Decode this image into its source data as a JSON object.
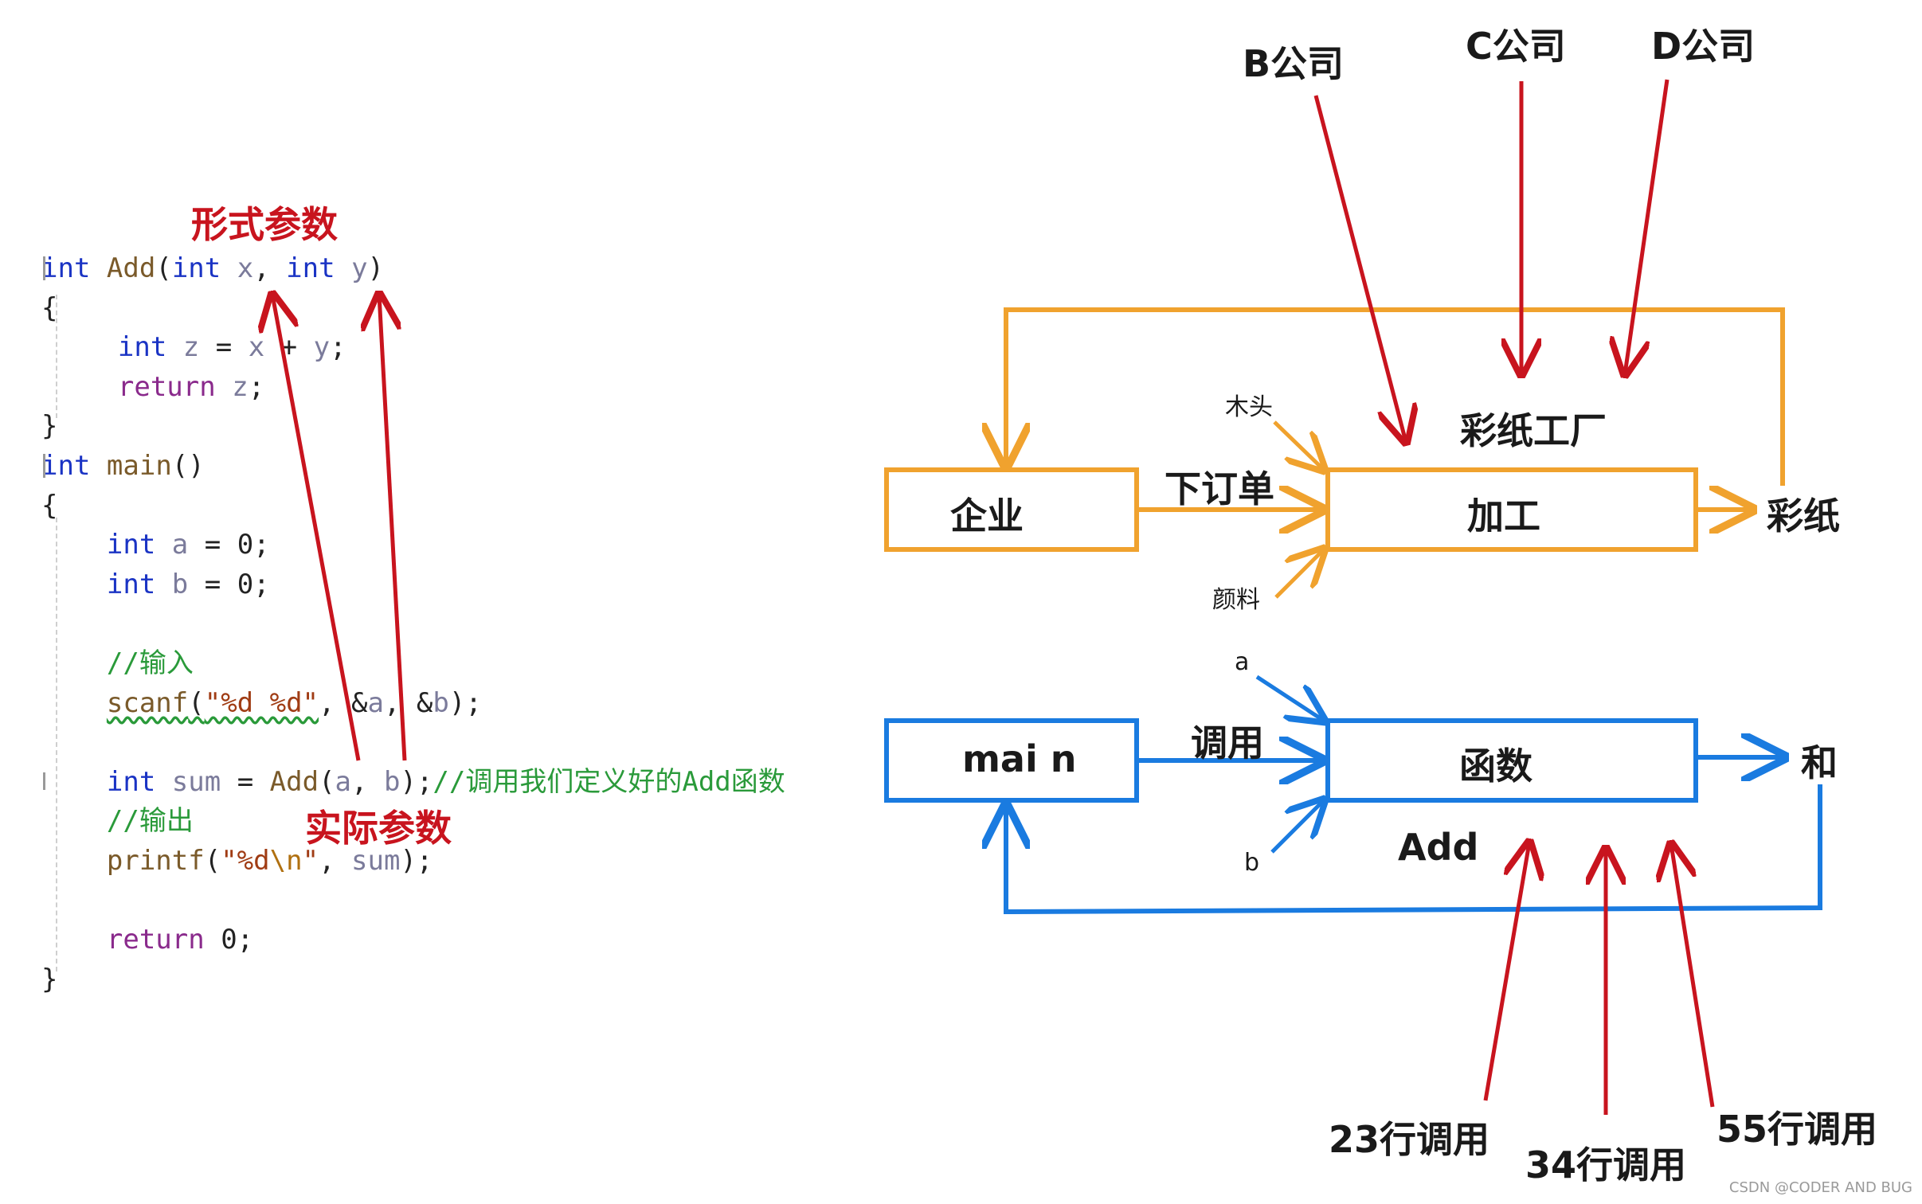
{
  "code": {
    "lines": [
      {
        "seg": [
          [
            "kw",
            "int"
          ],
          [
            "pl",
            " "
          ],
          [
            "fn",
            "Add"
          ],
          [
            "pl",
            "("
          ],
          [
            "kw",
            "int"
          ],
          [
            "pl",
            " "
          ],
          [
            "var",
            "x"
          ],
          [
            "pl",
            ", "
          ],
          [
            "kw",
            "int"
          ],
          [
            "pl",
            " "
          ],
          [
            "var",
            "y"
          ],
          [
            "pl",
            ")"
          ]
        ]
      },
      {
        "seg": [
          [
            "pl",
            "{"
          ]
        ]
      },
      {
        "seg": [
          [
            "pl",
            "    "
          ],
          [
            "kw",
            "int"
          ],
          [
            "pl",
            " "
          ],
          [
            "var",
            "z"
          ],
          [
            "pl",
            " = "
          ],
          [
            "var",
            "x"
          ],
          [
            "pl",
            " + "
          ],
          [
            "var",
            "y"
          ],
          [
            "pl",
            ";"
          ]
        ]
      },
      {
        "seg": [
          [
            "pl",
            "    "
          ],
          [
            "kw2",
            "return"
          ],
          [
            "pl",
            " "
          ],
          [
            "var",
            "z"
          ],
          [
            "pl",
            ";"
          ]
        ]
      },
      {
        "seg": [
          [
            "pl",
            "}"
          ]
        ]
      },
      {
        "seg": [
          [
            "kw",
            "int"
          ],
          [
            "pl",
            " "
          ],
          [
            "fn",
            "main"
          ],
          [
            "pl",
            "()"
          ]
        ]
      },
      {
        "seg": [
          [
            "pl",
            "{"
          ]
        ]
      },
      {
        "seg": [
          [
            "pl",
            "    "
          ],
          [
            "kw",
            "int"
          ],
          [
            "pl",
            " "
          ],
          [
            "var",
            "a"
          ],
          [
            "pl",
            " = 0;"
          ]
        ]
      },
      {
        "seg": [
          [
            "pl",
            "    "
          ],
          [
            "kw",
            "int"
          ],
          [
            "pl",
            " "
          ],
          [
            "var",
            "b"
          ],
          [
            "pl",
            " = 0;"
          ]
        ]
      },
      {
        "seg": []
      },
      {
        "seg": [
          [
            "pl",
            "    "
          ],
          [
            "cm",
            "//输入"
          ]
        ]
      },
      {
        "seg": [
          [
            "pl",
            "    "
          ],
          [
            "fn squig",
            "scanf"
          ],
          [
            "pl squig",
            "("
          ],
          [
            "str squig",
            "\"%d %d\""
          ],
          [
            "pl",
            ", &"
          ],
          [
            "var",
            "a"
          ],
          [
            "pl",
            ", &"
          ],
          [
            "var",
            "b"
          ],
          [
            "pl",
            ");"
          ]
        ]
      },
      {
        "seg": []
      },
      {
        "seg": [
          [
            "pl",
            "    "
          ],
          [
            "kw",
            "int"
          ],
          [
            "pl",
            " "
          ],
          [
            "var",
            "sum"
          ],
          [
            "pl",
            " = "
          ],
          [
            "fn",
            "Add"
          ],
          [
            "pl",
            "("
          ],
          [
            "var",
            "a"
          ],
          [
            "pl",
            ", "
          ],
          [
            "var",
            "b"
          ],
          [
            "pl",
            ");"
          ],
          [
            "cm",
            "//调用我们定义好的Add函数"
          ]
        ]
      },
      {
        "seg": [
          [
            "pl",
            "    "
          ],
          [
            "cm",
            "//输出"
          ]
        ]
      },
      {
        "seg": [
          [
            "pl",
            "    "
          ],
          [
            "fn",
            "printf"
          ],
          [
            "pl",
            "("
          ],
          [
            "str",
            "\"%d"
          ],
          [
            "esc",
            "\\n"
          ],
          [
            "str",
            "\""
          ],
          [
            "pl",
            ", "
          ],
          [
            "var",
            "sum"
          ],
          [
            "pl",
            ");"
          ]
        ]
      },
      {
        "seg": []
      },
      {
        "seg": [
          [
            "pl",
            "    "
          ],
          [
            "kw2",
            "return"
          ],
          [
            "pl",
            " 0;"
          ]
        ]
      },
      {
        "seg": [
          [
            "pl",
            "}"
          ]
        ]
      }
    ]
  },
  "annotations": {
    "formal_params": "形式参数",
    "actual_params": "实际参数"
  },
  "top_diagram": {
    "company_b": "B公司",
    "company_c": "C公司",
    "company_d": "D公司",
    "enterprise": "企业",
    "order": "下订单",
    "process": "加工",
    "factory": "彩纸工厂",
    "wood": "木头",
    "pigment": "颜料",
    "output": "彩纸"
  },
  "bottom_diagram": {
    "main": "mai n",
    "call": "调用",
    "function": "函数",
    "input_a": "a",
    "input_b": "b",
    "output": "和",
    "add": "Add",
    "call23": "23行调用",
    "call34": "34行调用",
    "call55": "55行调用"
  },
  "colors": {
    "orange": "#f0a22e",
    "blue": "#1a7be0",
    "red": "#c8141e"
  },
  "watermark": "CSDN @CODER AND BUG"
}
